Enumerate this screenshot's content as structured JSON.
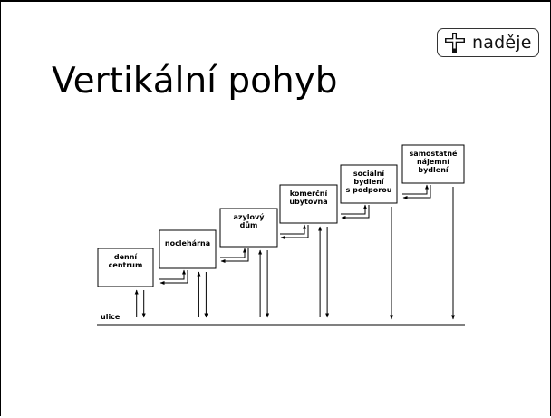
{
  "logo": {
    "text": "naděje",
    "icon": "cross-icon"
  },
  "title": "Vertikální pohyb",
  "ground_label": "ulice",
  "stages": [
    {
      "lines": [
        "denní",
        "centrum"
      ]
    },
    {
      "lines": [
        "noclehárna"
      ]
    },
    {
      "lines": [
        "azylový",
        "dům"
      ]
    },
    {
      "lines": [
        "komerční",
        "ubytovna"
      ]
    },
    {
      "lines": [
        "sociální",
        "bydlení",
        "s podporou"
      ]
    },
    {
      "lines": [
        "samostatné",
        "nájemní",
        "bydlení"
      ]
    }
  ]
}
